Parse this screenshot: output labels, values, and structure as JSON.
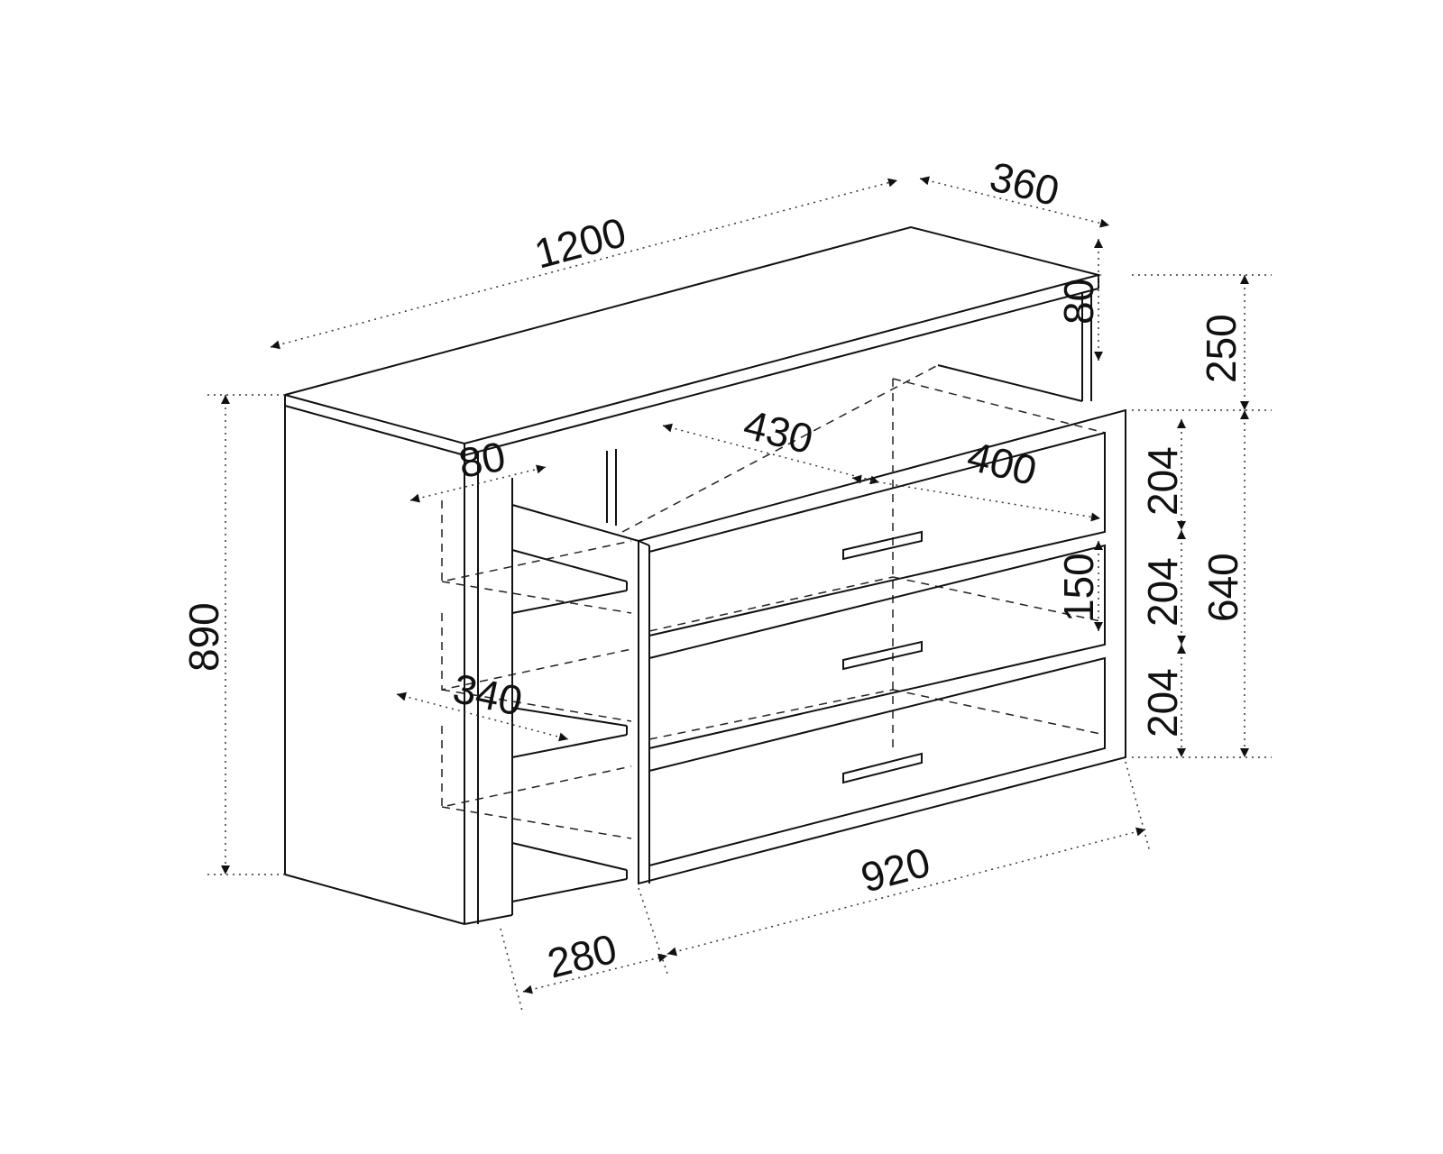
{
  "title": "Sideboard dimension drawing",
  "dimensions": {
    "overall_width": "1200",
    "overall_depth": "360",
    "top_thickness_right": "80",
    "top_gap_height": "250",
    "overall_height": "890",
    "side_panel_thickness": "80",
    "shelf_opening_width": "430",
    "drawer_depth": "400",
    "drawer1_height": "204",
    "drawer2_height": "204",
    "drawer3_height": "204",
    "drawer_block_height": "640",
    "inner_drawer_height": "150",
    "shelf_depth": "340",
    "shelf_block_depth": "280",
    "drawer_block_width": "920"
  },
  "colors": {
    "line": "#111111",
    "background": "#ffffff"
  }
}
